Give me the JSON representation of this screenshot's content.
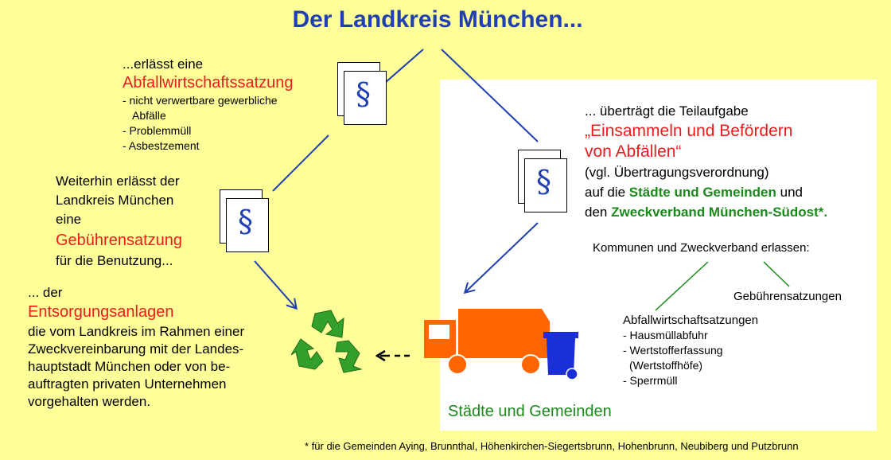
{
  "title": "Der Landkreis München...",
  "left_top": {
    "intro": "...erlässt eine",
    "heading": "Abfallwirtschaftssatzung",
    "items": [
      "- nicht verwertbare gewerbliche",
      "   Abfälle",
      "- Problemmüll",
      "- Asbestzement"
    ]
  },
  "left_mid": {
    "lines": [
      "Weiterhin erlässt der",
      "Landkreis München",
      "eine"
    ],
    "heading": "Gebührensatzung",
    "after": "für die Benutzung..."
  },
  "left_bottom": {
    "intro": "... der",
    "heading": "Entsorgungsanlagen",
    "lines": [
      "die vom Landkreis im Rahmen einer",
      "Zweckvereinbarung mit der Landes-",
      "hauptstadt München oder von be-",
      "auftragten privaten Unternehmen",
      "vorgehalten werden."
    ]
  },
  "right": {
    "intro": "... überträgt die Teilaufgabe",
    "heading_line1": "„Einsammeln und Befördern",
    "heading_line2": "von Abfällen“",
    "ref": "(vgl. Übertragungsverordnung)",
    "line_a_pre": "auf die ",
    "line_a_green": "Städte und Gemeinden",
    "line_a_post": " und",
    "line_b_pre": "den ",
    "line_b_green": "Zweckverband München-Südost*.",
    "kommunen": "Kommunen und Zweckverband erlassen:",
    "gebuehren": "Gebührensatzungen",
    "abfall_heading": "Abfallwirtschaftsatzungen",
    "abfall_items": [
      "- Hausmüllabfuhr",
      "- Wertstofferfassung",
      "  (Wertstoffhöfe)",
      "- Sperrmüll"
    ],
    "staedte": "Städte und Gemeinden"
  },
  "paragraph_symbol": "§",
  "footnote": "* für die Gemeinden Aying, Brunnthal, Höhenkirchen-Siegertsbrunn, Hohenbrunn, Neubiberg und Putzbrunn",
  "colors": {
    "background": "#ffff99",
    "title": "#1f3fb3",
    "arrow": "#1f3fb3",
    "red": "#ee1c1c",
    "green": "#1a8a1a",
    "truck": "#ff6600",
    "bin": "#1a2fd6",
    "recycle": "#33a02c"
  },
  "icons": [
    "paragraph-document-icon",
    "recycling-icon",
    "garbage-truck-icon",
    "waste-bin-icon"
  ]
}
